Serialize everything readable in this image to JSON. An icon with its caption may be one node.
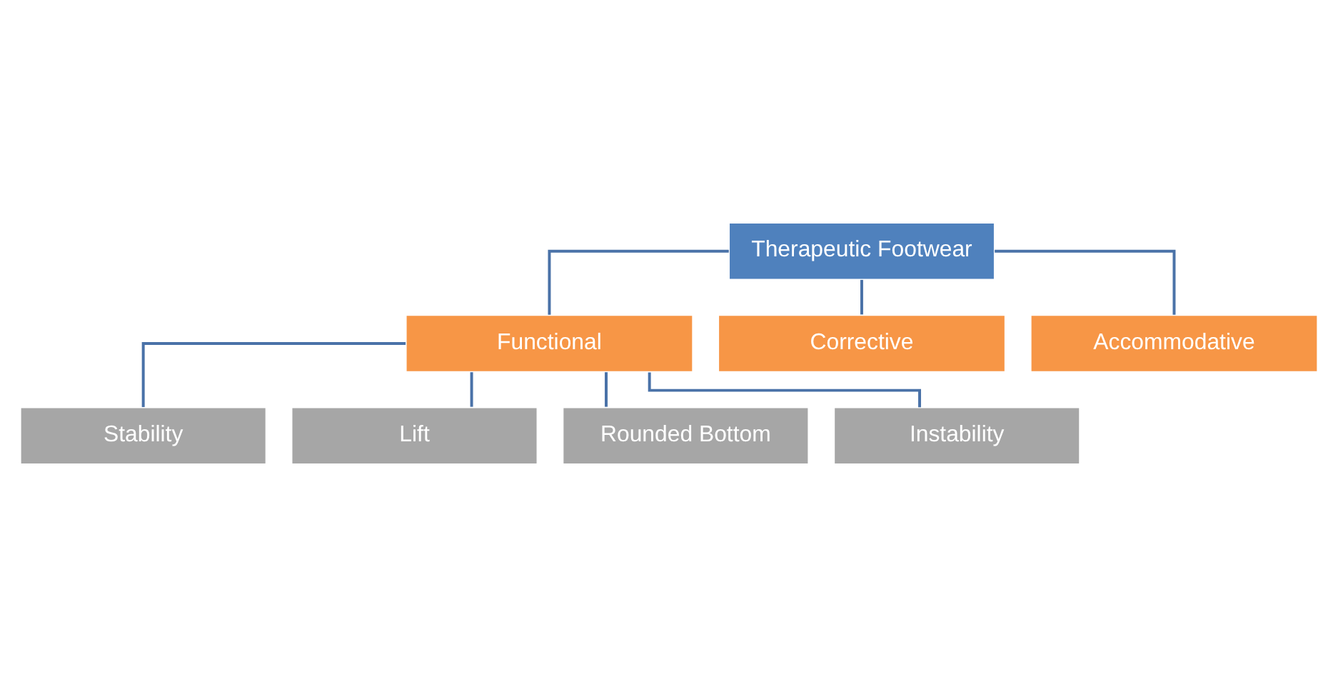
{
  "diagram": {
    "nodes": [
      {
        "text": [
          "Therapeutic Footwear"
        ]
      },
      {
        "text": [
          "Functional"
        ]
      },
      {
        "text": [
          "Corrective"
        ]
      },
      {
        "text": [
          "Accommodative"
        ]
      },
      {
        "text": [
          "Stability"
        ]
      },
      {
        "text": [
          "Lift"
        ]
      },
      {
        "text": [
          "Rounded Bottom"
        ]
      },
      {
        "text": [
          "Instability"
        ]
      }
    ],
    "edges": [
      {
        "from": 0,
        "to": 1,
        "arrow": "none"
      },
      {
        "from": 0,
        "to": 2,
        "arrow": "none"
      },
      {
        "from": 0,
        "to": 3,
        "arrow": "none"
      },
      {
        "from": 1,
        "to": 4,
        "arrow": "none"
      },
      {
        "from": 1,
        "to": 5,
        "arrow": "none"
      },
      {
        "from": 1,
        "to": 6,
        "arrow": "none"
      },
      {
        "from": 1,
        "to": 7,
        "arrow": "none"
      }
    ]
  }
}
